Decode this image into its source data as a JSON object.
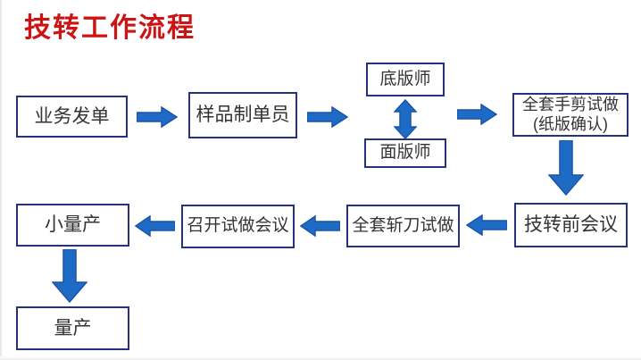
{
  "title": "技转工作流程",
  "colors": {
    "title_red": "#cc1414",
    "box_border": "#26337b",
    "arrow_fill": "#1e6bc6",
    "arrow_outline": "#1b55a8",
    "text": "#333333",
    "background": "#ffffff"
  },
  "nodes": {
    "business_order": {
      "label": "业务发单"
    },
    "sample_maker": {
      "label": "样品制单员"
    },
    "bottom_plate_master": {
      "label": "底版师"
    },
    "surface_plate_master": {
      "label": "面版师"
    },
    "full_hand_cut_trial": {
      "label": "全套手剪试做\n(纸版确认)"
    },
    "pre_transfer_meeting": {
      "label": "技转前会议"
    },
    "full_die_cut_trial": {
      "label": "全套斩刀试做"
    },
    "trial_review_meeting": {
      "label": "召开试做会议"
    },
    "small_batch": {
      "label": "小量产"
    },
    "mass_production": {
      "label": "量产"
    }
  }
}
